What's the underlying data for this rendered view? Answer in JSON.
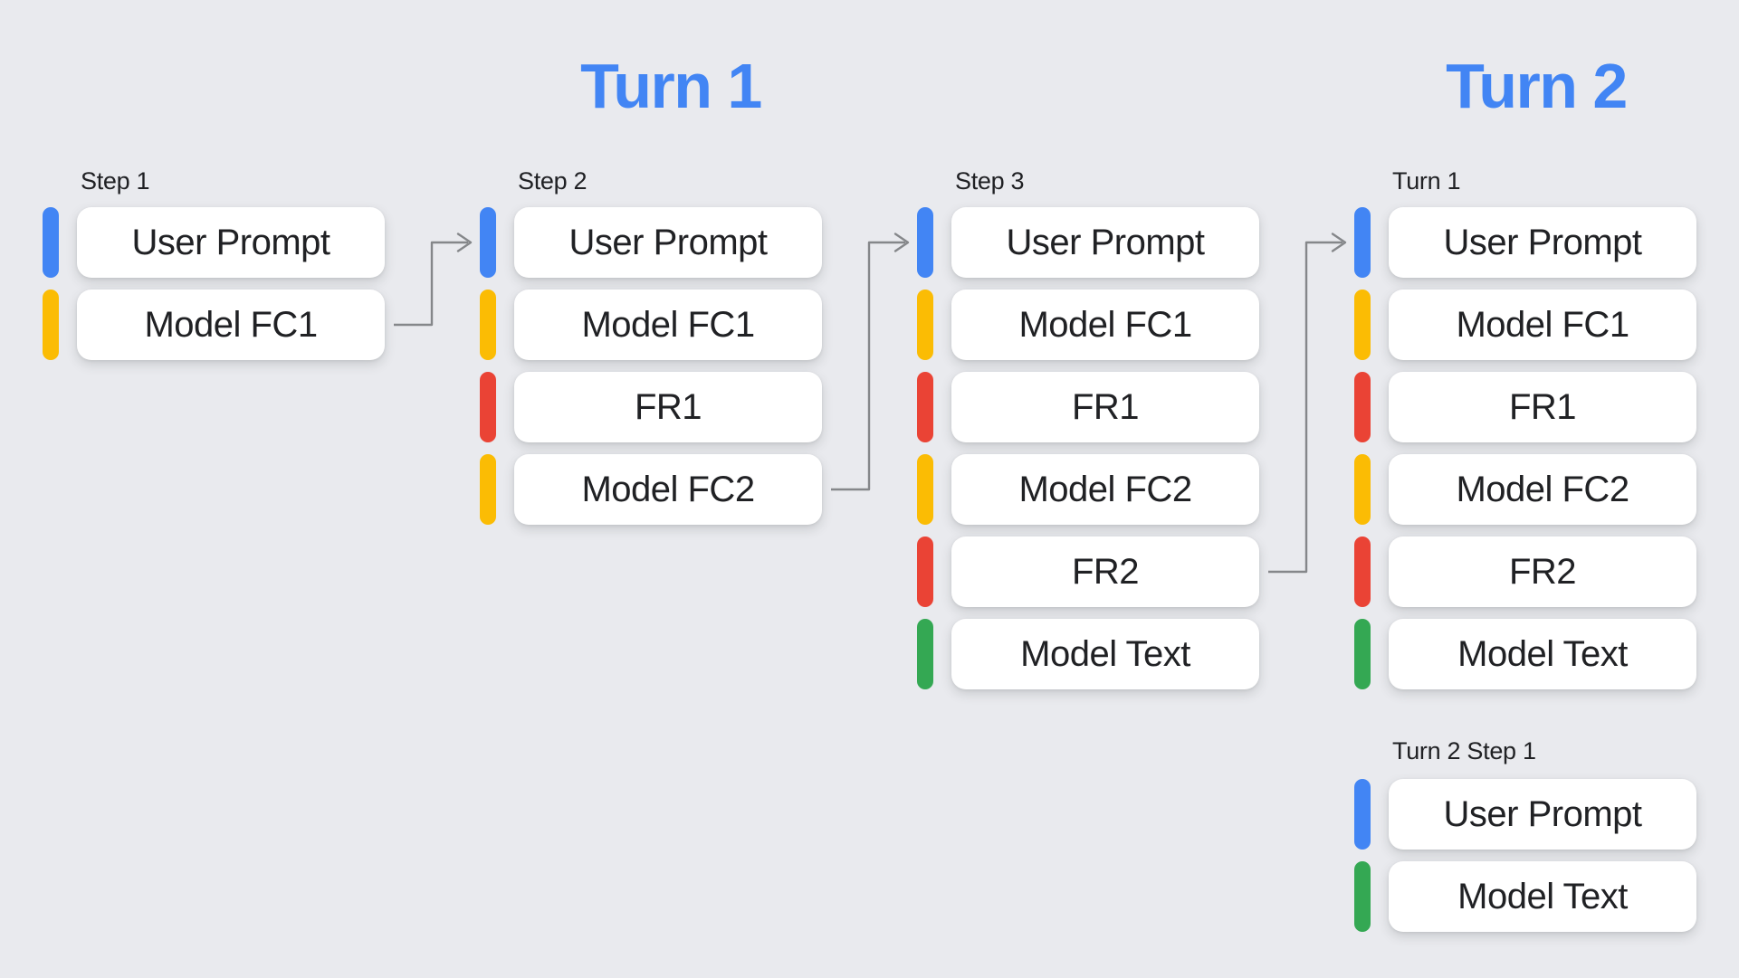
{
  "titles": [
    {
      "text": "Turn 1",
      "color": "#4285F4"
    },
    {
      "text": "Turn 2",
      "color": "#4285F4"
    }
  ],
  "palette": {
    "blue": "#4285F4",
    "yellow": "#FBBC04",
    "red": "#EA4335",
    "green": "#34A853"
  },
  "arrow_color": "#85878A",
  "groups": [
    {
      "label": "Step 1",
      "cards": [
        {
          "text": "User Prompt",
          "color": "blue"
        },
        {
          "text": "Model FC1",
          "color": "yellow"
        }
      ]
    },
    {
      "label": "Step 2",
      "cards": [
        {
          "text": "User Prompt",
          "color": "blue"
        },
        {
          "text": "Model FC1",
          "color": "yellow"
        },
        {
          "text": "FR1",
          "color": "red"
        },
        {
          "text": "Model FC2",
          "color": "yellow"
        }
      ]
    },
    {
      "label": "Step 3",
      "cards": [
        {
          "text": "User Prompt",
          "color": "blue"
        },
        {
          "text": "Model FC1",
          "color": "yellow"
        },
        {
          "text": "FR1",
          "color": "red"
        },
        {
          "text": "Model FC2",
          "color": "yellow"
        },
        {
          "text": "FR2",
          "color": "red"
        },
        {
          "text": "Model Text",
          "color": "green"
        }
      ]
    },
    {
      "label": "Turn 1",
      "cards": [
        {
          "text": "User Prompt",
          "color": "blue"
        },
        {
          "text": "Model FC1",
          "color": "yellow"
        },
        {
          "text": "FR1",
          "color": "red"
        },
        {
          "text": "Model FC2",
          "color": "yellow"
        },
        {
          "text": "FR2",
          "color": "red"
        },
        {
          "text": "Model Text",
          "color": "green"
        }
      ]
    },
    {
      "label": "Turn 2 Step 1",
      "cards": [
        {
          "text": "User Prompt",
          "color": "blue"
        },
        {
          "text": "Model Text",
          "color": "green"
        }
      ]
    }
  ],
  "arrows": [
    {
      "from": {
        "group": 0,
        "card": 1
      },
      "to": {
        "group": 1,
        "card": 0
      }
    },
    {
      "from": {
        "group": 1,
        "card": 3
      },
      "to": {
        "group": 2,
        "card": 0
      }
    },
    {
      "from": {
        "group": 2,
        "card": 4
      },
      "to": {
        "group": 3,
        "card": 0
      }
    }
  ]
}
